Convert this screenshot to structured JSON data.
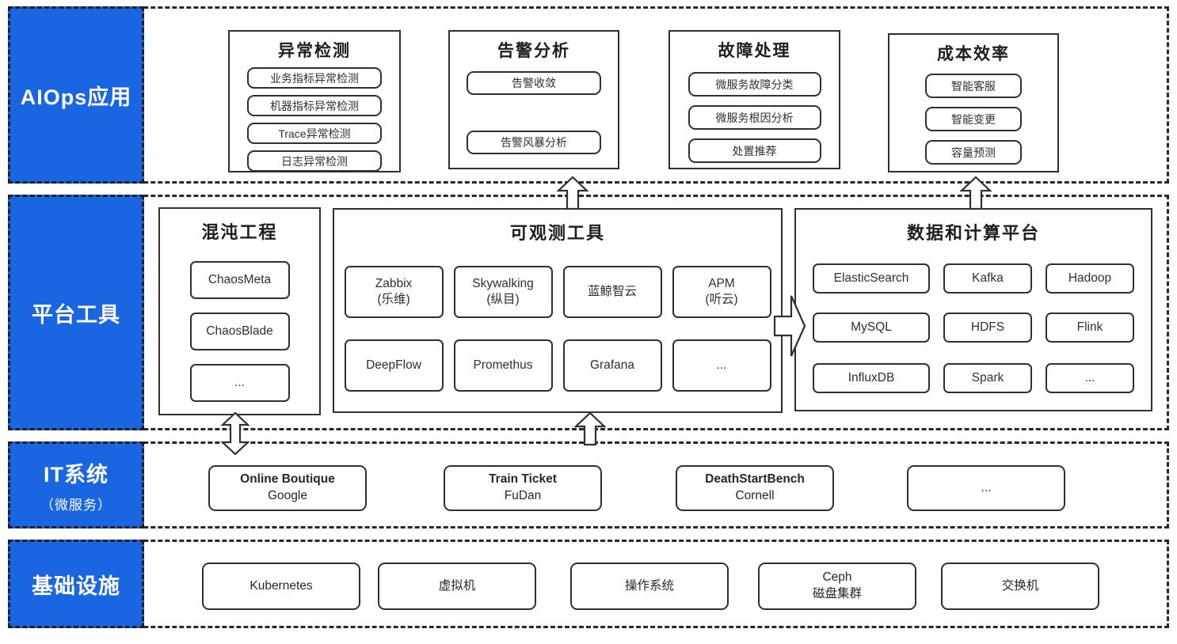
{
  "colors": {
    "accent_blue": "#1A66E2",
    "line_dark": "#2e3134"
  },
  "bands": {
    "aiops": {
      "label": "AIOps应用"
    },
    "platform": {
      "label": "平台工具"
    },
    "itsys": {
      "label": "IT系统",
      "sublabel": "（微服务）"
    },
    "infra": {
      "label": "基础设施"
    }
  },
  "aiops_groups": [
    {
      "title": "异常检测",
      "items": [
        "业务指标异常检测",
        "机器指标异常检测",
        "Trace异常检测",
        "日志异常检测"
      ]
    },
    {
      "title": "告警分析",
      "items": [
        "告警收敛",
        "告警风暴分析"
      ]
    },
    {
      "title": "故障处理",
      "items": [
        "微服务故障分类",
        "微服务根因分析",
        "处置推荐"
      ]
    },
    {
      "title": "成本效率",
      "items": [
        "智能客服",
        "智能变更",
        "容量预测"
      ]
    }
  ],
  "chaos": {
    "title": "混沌工程",
    "items": [
      "ChaosMeta",
      "ChaosBlade",
      "..."
    ]
  },
  "observability": {
    "title": "可观测工具",
    "items": [
      {
        "name": "Zabbix",
        "sub": "(乐维)"
      },
      {
        "name": "Skywalking",
        "sub": "(纵目)"
      },
      {
        "name": "蓝鲸智云",
        "sub": ""
      },
      {
        "name": "APM",
        "sub": "(听云)"
      },
      {
        "name": "DeepFlow",
        "sub": ""
      },
      {
        "name": "Promethus",
        "sub": ""
      },
      {
        "name": "Grafana",
        "sub": ""
      },
      {
        "name": "...",
        "sub": ""
      }
    ]
  },
  "dataplatform": {
    "title": "数据和计算平台",
    "items": [
      "ElasticSearch",
      "Kafka",
      "Hadoop",
      "MySQL",
      "HDFS",
      "Flink",
      "InfluxDB",
      "Spark",
      "..."
    ]
  },
  "itsystems": [
    {
      "name": "Online Boutique",
      "sub": "Google"
    },
    {
      "name": "Train Ticket",
      "sub": "FuDan"
    },
    {
      "name": "DeathStartBench",
      "sub": "Cornell"
    },
    {
      "name": "...",
      "sub": ""
    }
  ],
  "infrastructure": [
    {
      "name": "Kubernetes",
      "sub": ""
    },
    {
      "name": "虚拟机",
      "sub": ""
    },
    {
      "name": "操作系统",
      "sub": ""
    },
    {
      "name": "Ceph",
      "sub": "磁盘集群"
    },
    {
      "name": "交换机",
      "sub": ""
    }
  ]
}
